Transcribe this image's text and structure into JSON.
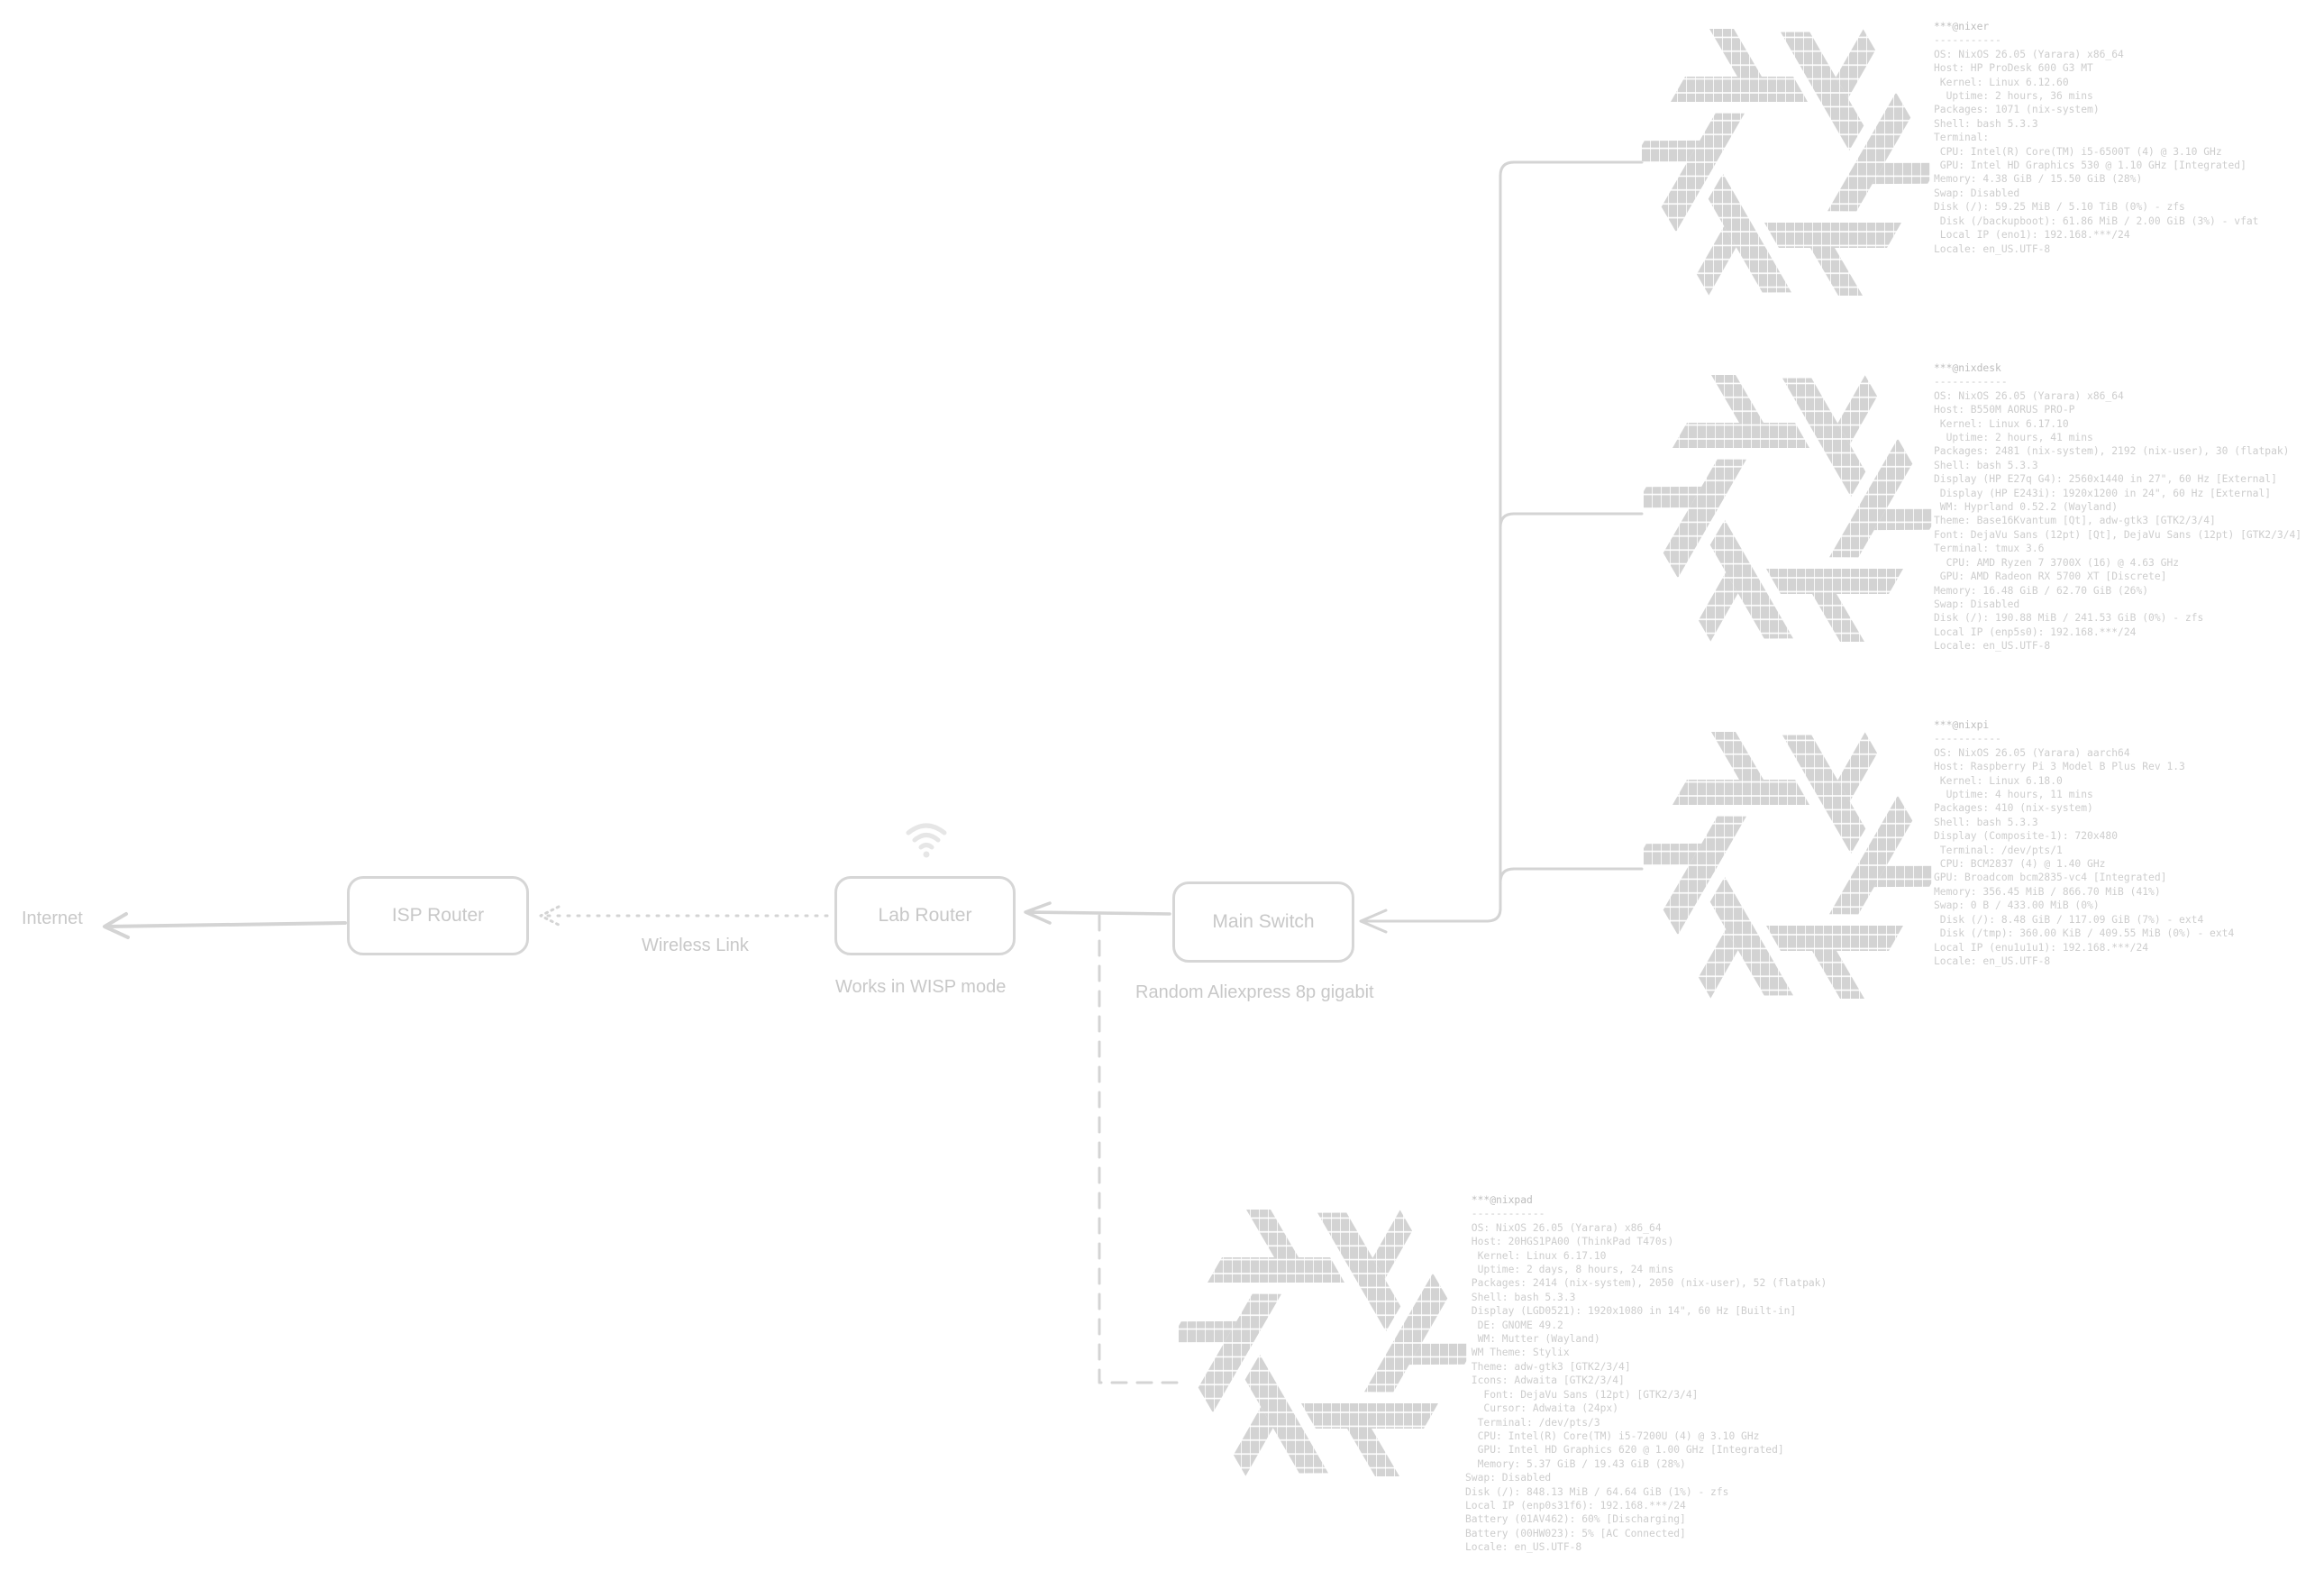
{
  "colors": {
    "line": "#d4d4d4",
    "text": "#c8c8c8",
    "logo": "#d3d3d3"
  },
  "diagram": {
    "internet_label": "Internet",
    "isp_router": "ISP Router",
    "wireless_link": "Wireless Link",
    "lab_router": "Lab Router",
    "lab_router_note": "Works in WISP mode",
    "main_switch": "Main Switch",
    "main_switch_note": "Random Aliexpress 8p gigabit",
    "wifi_icon": "wifi-icon",
    "logo_icon": "nixos-snowflake-icon"
  },
  "hosts": [
    {
      "lines": [
        "***@nixer",
        "-----------",
        "OS: NixOS 26.05 (Yarara) x86_64",
        "Host: HP ProDesk 600 G3 MT",
        " Kernel: Linux 6.12.60",
        "  Uptime: 2 hours, 36 mins",
        "Packages: 1071 (nix-system)",
        "Shell: bash 5.3.3",
        "Terminal:",
        " CPU: Intel(R) Core(TM) i5-6500T (4) @ 3.10 GHz",
        " GPU: Intel HD Graphics 530 @ 1.10 GHz [Integrated]",
        "Memory: 4.38 GiB / 15.50 GiB (28%)",
        "Swap: Disabled",
        "Disk (/): 59.25 MiB / 5.10 TiB (0%) - zfs",
        " Disk (/backupboot): 61.86 MiB / 2.00 GiB (3%) - vfat",
        " Local IP (eno1): 192.168.***/24",
        "Locale: en_US.UTF-8"
      ]
    },
    {
      "lines": [
        "***@nixdesk",
        "------------",
        "OS: NixOS 26.05 (Yarara) x86_64",
        "Host: B550M AORUS PRO-P",
        " Kernel: Linux 6.17.10",
        "  Uptime: 2 hours, 41 mins",
        "Packages: 2481 (nix-system), 2192 (nix-user), 30 (flatpak)",
        "Shell: bash 5.3.3",
        "Display (HP E27q G4): 2560x1440 in 27\", 60 Hz [External]",
        " Display (HP E243i): 1920x1200 in 24\", 60 Hz [External]",
        " WM: Hyprland 0.52.2 (Wayland)",
        "Theme: Base16Kvantum [Qt], adw-gtk3 [GTK2/3/4]",
        "Font: DejaVu Sans (12pt) [Qt], DejaVu Sans (12pt) [GTK2/3/4]",
        "Terminal: tmux 3.6",
        "  CPU: AMD Ryzen 7 3700X (16) @ 4.63 GHz",
        " GPU: AMD Radeon RX 5700 XT [Discrete]",
        "Memory: 16.48 GiB / 62.70 GiB (26%)",
        "Swap: Disabled",
        "Disk (/): 190.88 MiB / 241.53 GiB (0%) - zfs",
        "Local IP (enp5s0): 192.168.***/24",
        "Locale: en_US.UTF-8"
      ]
    },
    {
      "lines": [
        "***@nixpi",
        "-----------",
        "OS: NixOS 26.05 (Yarara) aarch64",
        "Host: Raspberry Pi 3 Model B Plus Rev 1.3",
        " Kernel: Linux 6.18.0",
        "  Uptime: 4 hours, 11 mins",
        "Packages: 410 (nix-system)",
        "Shell: bash 5.3.3",
        "Display (Composite-1): 720x480",
        " Terminal: /dev/pts/1",
        " CPU: BCM2837 (4) @ 1.40 GHz",
        "GPU: Broadcom bcm2835-vc4 [Integrated]",
        "Memory: 356.45 MiB / 866.70 MiB (41%)",
        "Swap: 0 B / 433.00 MiB (0%)",
        " Disk (/): 8.48 GiB / 117.09 GiB (7%) - ext4",
        " Disk (/tmp): 360.00 KiB / 409.55 MiB (0%) - ext4",
        "Local IP (enu1u1u1): 192.168.***/24",
        "Locale: en_US.UTF-8"
      ]
    },
    {
      "lines": [
        " ***@nixpad",
        " ------------",
        " OS: NixOS 26.05 (Yarara) x86_64",
        " Host: 20HGS1PA00 (ThinkPad T470s)",
        "  Kernel: Linux 6.17.10",
        "  Uptime: 2 days, 8 hours, 24 mins",
        " Packages: 2414 (nix-system), 2050 (nix-user), 52 (flatpak)",
        " Shell: bash 5.3.3",
        " Display (LGD0521): 1920x1080 in 14\", 60 Hz [Built-in]",
        "  DE: GNOME 49.2",
        "  WM: Mutter (Wayland)",
        " WM Theme: Stylix",
        " Theme: adw-gtk3 [GTK2/3/4]",
        " Icons: Adwaita [GTK2/3/4]",
        "   Font: DejaVu Sans (12pt) [GTK2/3/4]",
        "   Cursor: Adwaita (24px)",
        "  Terminal: /dev/pts/3",
        "  CPU: Intel(R) Core(TM) i5-7200U (4) @ 3.10 GHz",
        "  GPU: Intel HD Graphics 620 @ 1.00 GHz [Integrated]",
        "  Memory: 5.37 GiB / 19.43 GiB (28%)",
        "Swap: Disabled",
        "Disk (/): 848.13 MiB / 64.64 GiB (1%) - zfs",
        "Local IP (enp0s31f6): 192.168.***/24",
        "Battery (01AV462): 60% [Discharging]",
        "Battery (00HW023): 5% [AC Connected]",
        "Locale: en_US.UTF-8"
      ]
    }
  ]
}
